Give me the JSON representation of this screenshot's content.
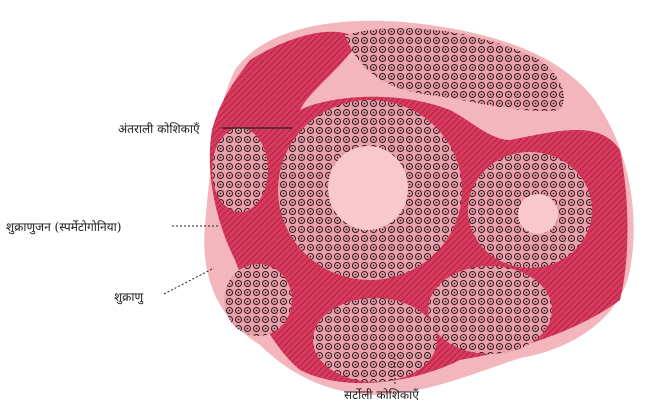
{
  "diagram": {
    "labels": {
      "interstitial_cells": "अंतराली कोशिकाएँ",
      "spermatogonia": "शुक्राणुजन (स्पर्मेटोगोनिया)",
      "sperm": "शुक्राणु",
      "sertoli_cells": "सर्टोली कोशिकाएँ"
    },
    "colors": {
      "background_tissue": "#f4b6bd",
      "interstitial_tissue": "#d83a5e",
      "tubule_fill": "#f0a6ae",
      "lumen": "#f8c8cd",
      "cell_marks": "#2b1a1e",
      "leader_line": "#222222"
    }
  }
}
